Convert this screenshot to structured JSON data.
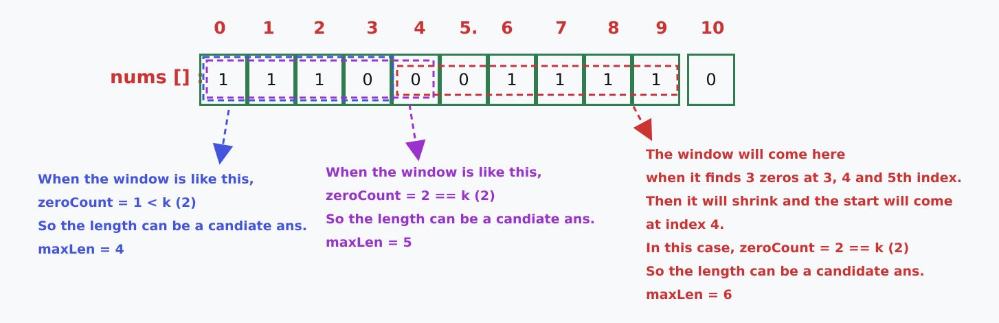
{
  "indices": [
    "0",
    "1",
    "2",
    "3",
    "4",
    "5.",
    "6",
    "7",
    "8",
    "9",
    "10"
  ],
  "array_label": "nums [] :",
  "values": [
    "1",
    "1",
    "1",
    "0",
    "0",
    "0",
    "1",
    "1",
    "1",
    "1",
    "0"
  ],
  "colors": {
    "blue": "#4455dd",
    "purple": "#9933cc",
    "red": "#cc3333",
    "cell_border": "#2e7d4f"
  },
  "notes": {
    "blue": [
      "When the window is like this,",
      "zeroCount = 1 < k (2)",
      "So the length can be a candiate ans.",
      "maxLen = 4"
    ],
    "purple": [
      "When the window is like this,",
      "zeroCount = 2 == k (2)",
      "So the length can be a candiate ans.",
      "maxLen = 5"
    ],
    "red": [
      "The window will come here",
      "when it finds 3 zeros at 3, 4 and 5th index.",
      "Then it will shrink and the start will come",
      "at index 4.",
      "In this case, zeroCount = 2 == k (2)",
      "So the length can be a candidate ans.",
      "maxLen = 6"
    ]
  }
}
